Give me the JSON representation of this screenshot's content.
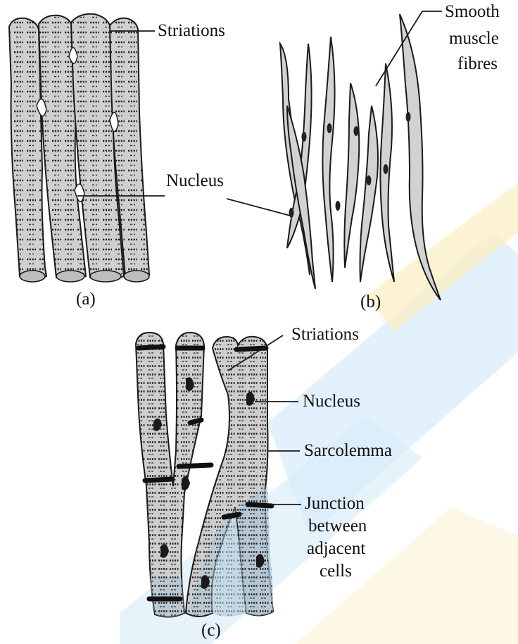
{
  "panels": {
    "a": {
      "caption": "(a)",
      "labels": {
        "striations": "Striations",
        "nucleus": "Nucleus"
      }
    },
    "b": {
      "caption": "(b)",
      "labels": {
        "smooth_line1": "Smooth",
        "smooth_line2": "muscle",
        "smooth_line3": "fibres"
      }
    },
    "c": {
      "caption": "(c)",
      "labels": {
        "striations": "Striations",
        "nucleus": "Nucleus",
        "sarcolemma": "Sarcolemma",
        "junction_line1": "Junction",
        "junction_line2": "between",
        "junction_line3": "adjacent",
        "junction_line4": "cells"
      }
    }
  },
  "colors": {
    "fibre_fill": "#cfcfcf",
    "smooth_fill": "#d2d2d2",
    "outline": "#1a1a1a",
    "watermark_blue": "#cfe6f7",
    "watermark_yellow": "#fbefc4"
  }
}
